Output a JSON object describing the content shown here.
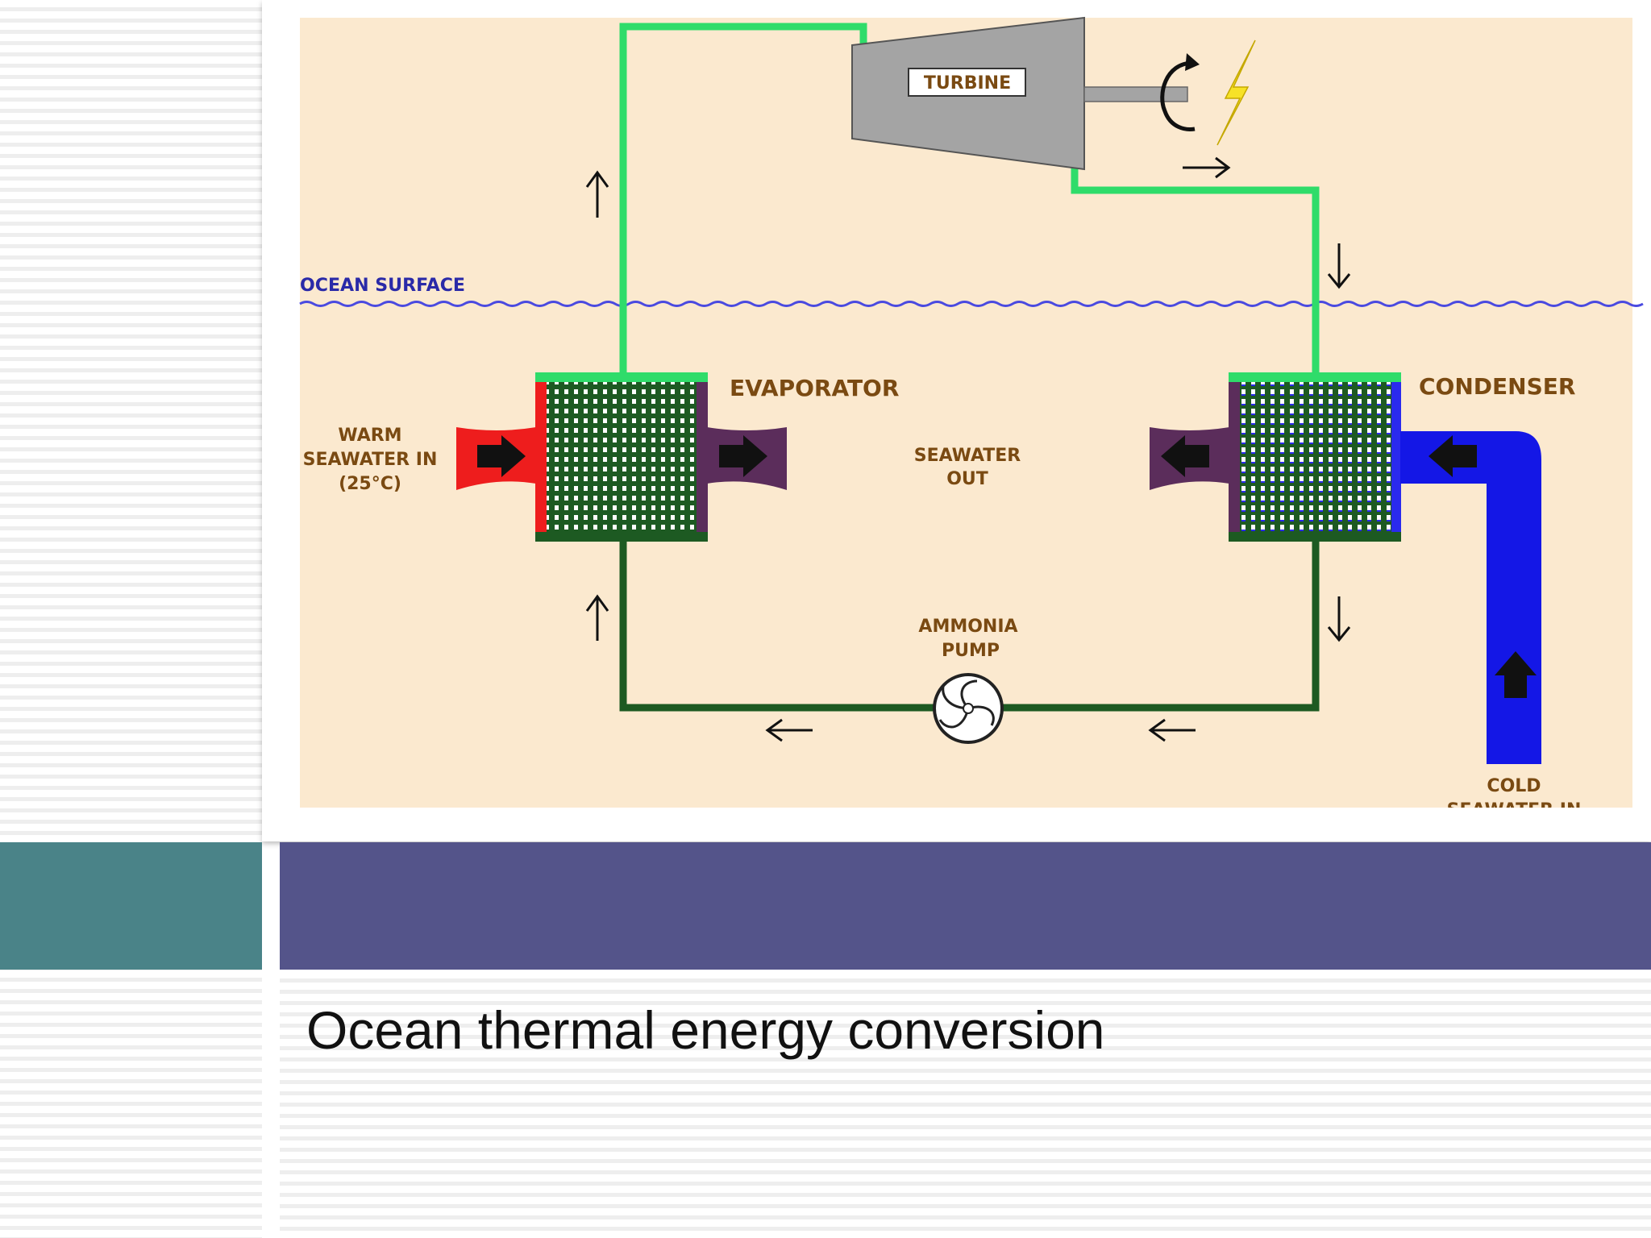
{
  "slide": {
    "title": "Ocean thermal energy conversion"
  },
  "diagram": {
    "labels": {
      "turbine": "TURBINE",
      "ocean_surface": "OCEAN SURFACE",
      "evaporator": "EVAPORATOR",
      "condenser": "CONDENSER",
      "warm_in_line1": "WARM",
      "warm_in_line2": "SEAWATER IN",
      "warm_in_line3": "(25°C)",
      "seawater_out_line1": "SEAWATER",
      "seawater_out_line2": "OUT",
      "pump_line1": "AMMONIA",
      "pump_line2": "PUMP",
      "cold_in_line1": "COLD",
      "cold_in_line2": "SEAWATER IN"
    },
    "colors": {
      "background": "#fbe9cf",
      "vapor_pipe": "#2fdc6a",
      "liquid_pipe": "#1d5a22",
      "warm_water": "#ee1d1d",
      "seawater_out": "#5b2d5b",
      "cold_water": "#1417e6",
      "ocean_line": "#4a4ae0",
      "turbine": "#a4a4a4",
      "label_text": "#7a4a12"
    }
  }
}
